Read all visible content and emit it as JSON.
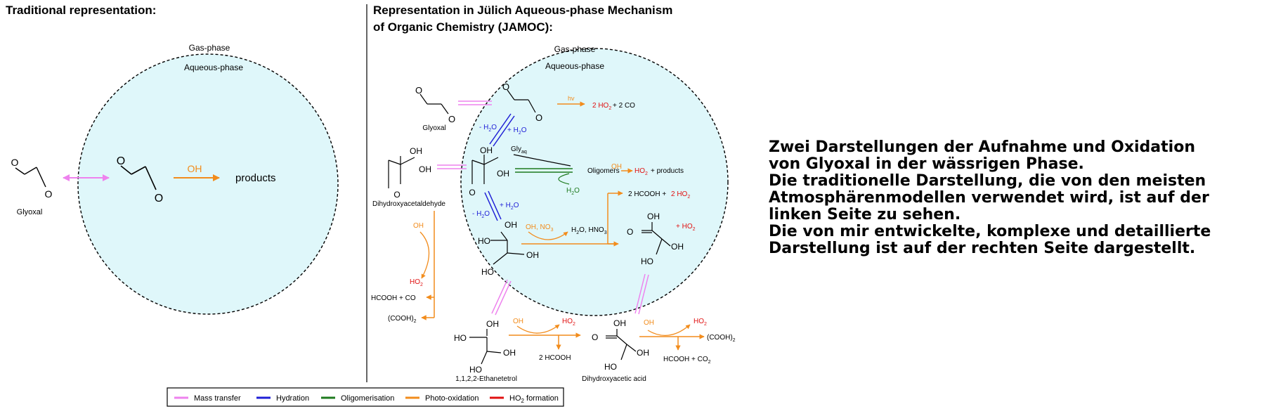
{
  "headings": {
    "left": "Traditional representation:",
    "right_line1": "Representation in Jülich Aqueous-phase  Mechanism",
    "right_line2": "of Organic Chemistry (JAMOC):"
  },
  "left_panel": {
    "gas_phase": "Gas-phase",
    "aqueous_phase": "Aqueous-phase",
    "glyoxal": "Glyoxal",
    "oh": "OH",
    "products": "products"
  },
  "right_panel": {
    "gas_phase": "Gas-phase",
    "aqueous_phase": "Aqueous-phase",
    "glyoxal": "Glyoxal",
    "dihydroxyacetaldehyde": "Dihydroxyacetaldehyde",
    "minus_h2o": "- H",
    "plus_h2o": "+ H",
    "h2o": "H",
    "hv": "hv",
    "two_ho2": "2 HO",
    "plus_2co": "+ 2 CO",
    "gly": "Gly",
    "gly_sub": "aq",
    "oligomers": "Oligomers",
    "oh": "OH",
    "ho2": "HO",
    "plus_products": "+ products",
    "two_hcooh": "2 HCOOH +",
    "oh_no3": "OH, NO",
    "h2o_hno3": "H",
    "hno3": ", HNO",
    "plus_ho2": "+ HO",
    "hcooh_co": "HCOOH + CO",
    "cooh2": "(COOH)",
    "ethanetetrol": "1,1,2,2-Ethanetetrol",
    "two_hcooh_b": "2 HCOOH",
    "dihydroxyacetic_acid": "Dihydroxyacetic acid",
    "hcooh_co2": "HCOOH + CO",
    "atom_o": "O",
    "atom_oh": "OH",
    "atom_ho": "HO",
    "sub2": "2",
    "sub3": "3"
  },
  "legend": [
    {
      "label": "Mass transfer",
      "color": "#ee82ee"
    },
    {
      "label": "Hydration",
      "color": "#1f1fd6"
    },
    {
      "label": "Oligomerisation",
      "color": "#1e7a1e"
    },
    {
      "label": "Photo-oxidation",
      "color": "#f28c1c"
    },
    {
      "label": "HO",
      "sub": "2",
      "tail": " formation",
      "color": "#e01010"
    }
  ],
  "colors": {
    "aqueous_fill": "#dff7fa",
    "mass_transfer": "#ee82ee",
    "hydration": "#1f1fd6",
    "oligomerisation": "#1e7a1e",
    "photo_oxidation": "#f28c1c",
    "ho2_formation": "#e01010"
  },
  "description": {
    "line1": "Zwei Darstellungen der Aufnahme und Oxidation",
    "line2": "von Glyoxal in der wässrigen Phase.",
    "line3": "Die traditionelle Darstellung, die von den meisten",
    "line4": "Atmosphärenmodellen verwendet wird, ist auf der",
    "line5": "linken Seite zu sehen.",
    "line6": "Die von mir entwickelte, komplexe und detaillierte",
    "line7": "Darstellung ist auf der rechten Seite dargestellt."
  }
}
